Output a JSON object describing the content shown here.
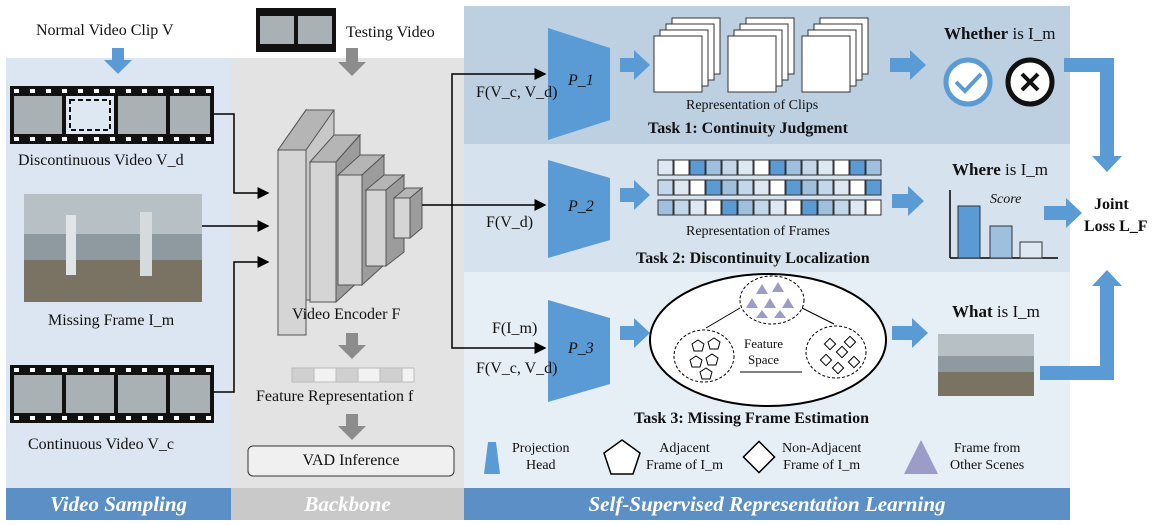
{
  "sampling": {
    "normal_clip": "Normal Video Clip V",
    "discontinuous": "Discontinuous Video V_d",
    "missing": "Missing Frame I_m",
    "continuous": "Continuous Video V_c",
    "footer": "Video Sampling"
  },
  "backbone": {
    "testing_video": "Testing Video",
    "encoder": "Video Encoder F",
    "feature_rep": "Feature Representation f",
    "vad": "VAD Inference",
    "footer": "Backbone"
  },
  "ssl": {
    "task1": {
      "input": "F(V_c, V_d)",
      "proj": "P_1",
      "rep": "Representation of Clips",
      "title": "Task 1: Continuity Judgment",
      "question_bold": "Whether",
      "question_rest": " is I_m"
    },
    "task2": {
      "input": "F(V_d)",
      "proj": "P_2",
      "rep": "Representation of Frames",
      "title": "Task 2: Discontinuity Localization",
      "question_bold": "Where",
      "question_rest": " is I_m",
      "score": "Score"
    },
    "task3": {
      "input1": "F(I_m)",
      "input2": "F(V_c, V_d)",
      "proj": "P_3",
      "feature_space_1": "Feature",
      "feature_space_2": "Space",
      "title": "Task 3: Missing Frame Estimation",
      "question_bold": "What",
      "question_rest": " is I_m"
    },
    "joint_loss_1": "Joint",
    "joint_loss_2": "Loss L_F",
    "legend": {
      "projection_1": "Projection",
      "projection_2": "Head",
      "adjacent_1": "Adjacent",
      "adjacent_2": "Frame of I_m",
      "nonadjacent_1": "Non-Adjacent",
      "nonadjacent_2": "Frame of I_m",
      "other_1": "Frame from",
      "other_2": "Other Scenes"
    },
    "footer": "Self-Supervised Representation Learning"
  },
  "colors": {
    "sampling_bg": "#dce6f2",
    "backbone_bg": "#e3e3e3",
    "task1_bg": "#bcd0e2",
    "task2_bg": "#d6e3ee",
    "task3_bg": "#e6eef6",
    "footer_blue": "#5b8fc6",
    "footer_gray": "#c9c9c9",
    "accent": "#5b9bd5"
  }
}
